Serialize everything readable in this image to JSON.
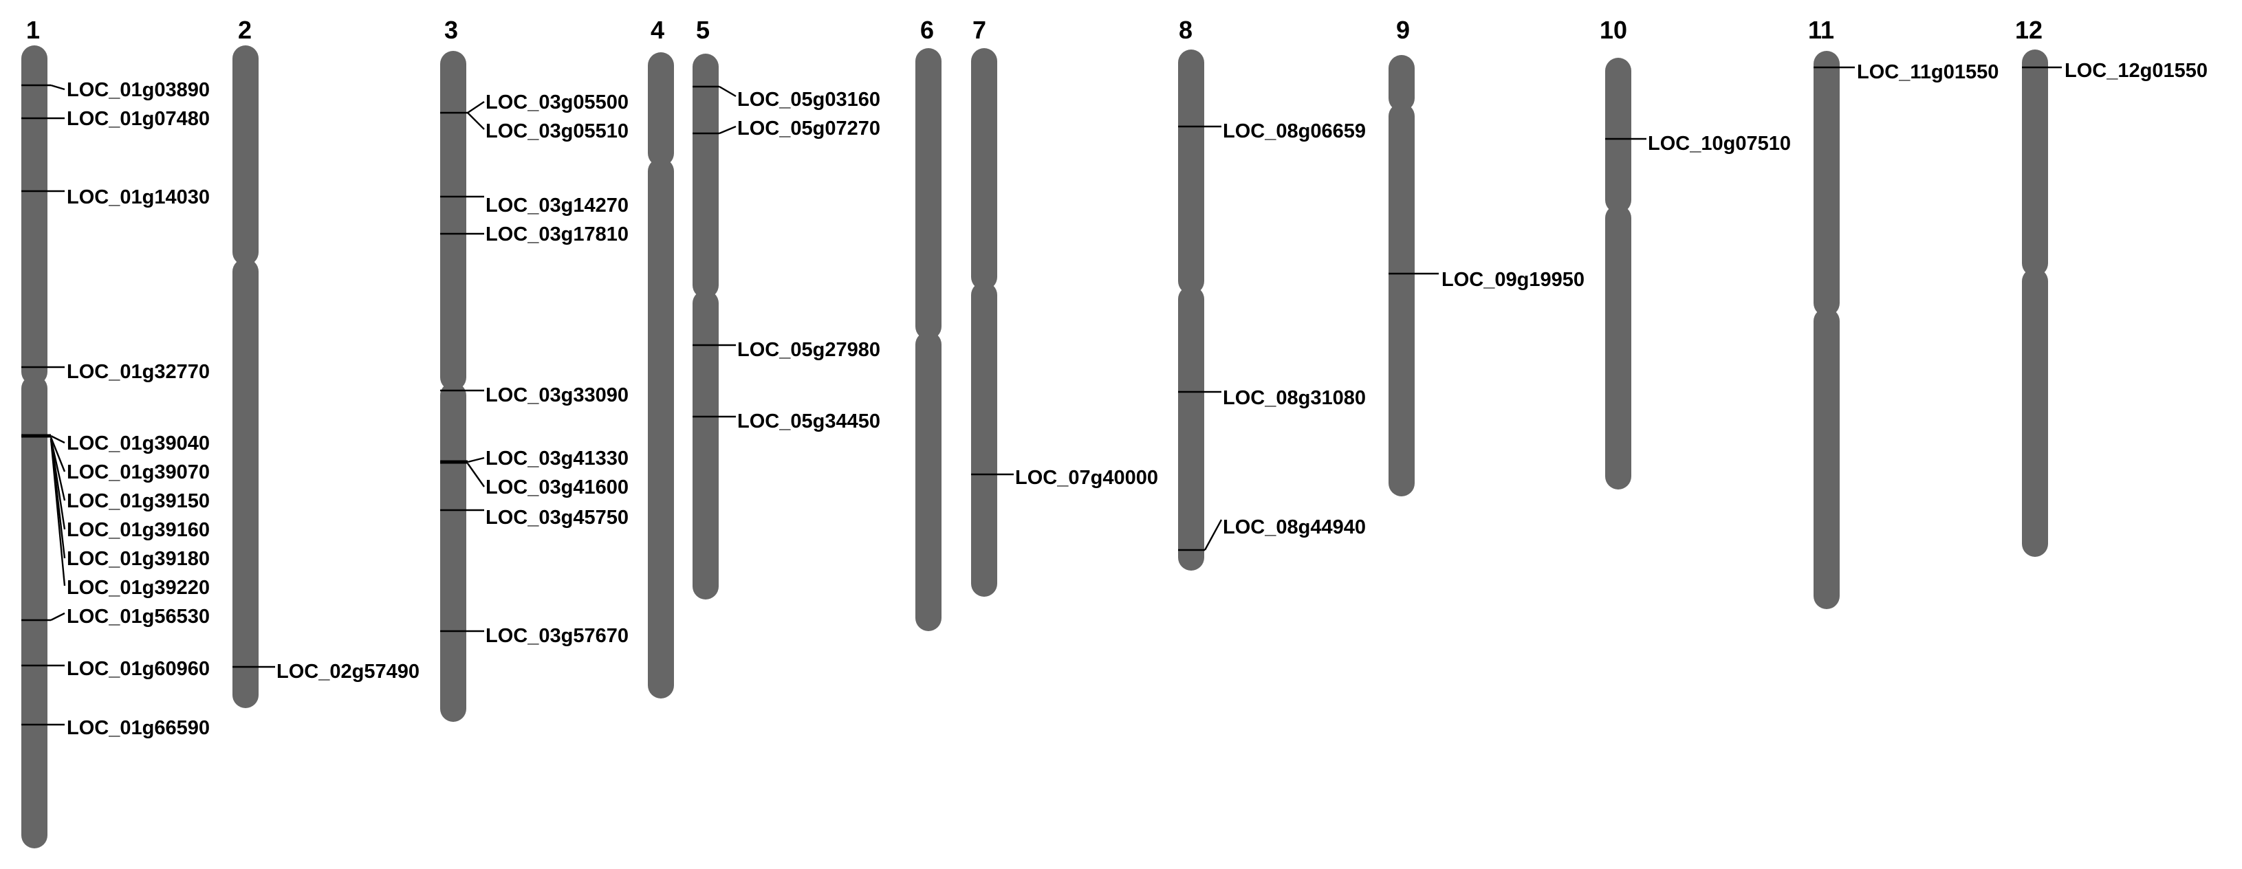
{
  "colors": {
    "chromosome": "#666666",
    "text": "#000000",
    "background": "#ffffff"
  },
  "chromosomes": [
    {
      "number": "1",
      "genes": [
        "LOC_01g03890",
        "LOC_01g07480",
        "LOC_01g14030",
        "LOC_01g32770",
        "LOC_01g39040",
        "LOC_01g39070",
        "LOC_01g39150",
        "LOC_01g39160",
        "LOC_01g39180",
        "LOC_01g39220",
        "LOC_01g56530",
        "LOC_01g60960",
        "LOC_01g66590"
      ]
    },
    {
      "number": "2",
      "genes": [
        "LOC_02g57490"
      ]
    },
    {
      "number": "3",
      "genes": [
        "LOC_03g05500",
        "LOC_03g05510",
        "LOC_03g14270",
        "LOC_03g17810",
        "LOC_03g33090",
        "LOC_03g41330",
        "LOC_03g41600",
        "LOC_03g45750",
        "LOC_03g57670"
      ]
    },
    {
      "number": "4",
      "genes": []
    },
    {
      "number": "5",
      "genes": [
        "LOC_05g03160",
        "LOC_05g07270",
        "LOC_05g27980",
        "LOC_05g34450"
      ]
    },
    {
      "number": "6",
      "genes": []
    },
    {
      "number": "7",
      "genes": [
        "LOC_07g40000"
      ]
    },
    {
      "number": "8",
      "genes": [
        "LOC_08g06659",
        "LOC_08g31080",
        "LOC_08g44940"
      ]
    },
    {
      "number": "9",
      "genes": [
        "LOC_09g19950"
      ]
    },
    {
      "number": "10",
      "genes": [
        "LOC_10g07510"
      ]
    },
    {
      "number": "11",
      "genes": [
        "LOC_11g01550"
      ]
    },
    {
      "number": "12",
      "genes": [
        "LOC_12g01550"
      ]
    }
  ]
}
